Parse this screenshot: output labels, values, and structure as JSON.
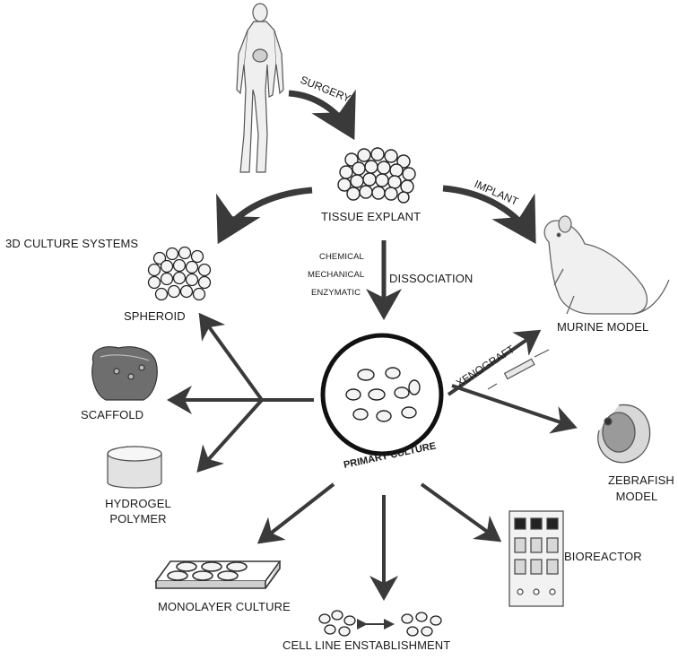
{
  "labels": {
    "surgery": "SURGERY",
    "tissue_explant": "TISSUE EXPLANT",
    "implant": "IMPLANT",
    "culture_systems_3d": "3D CULTURE SYSTEMS",
    "spheroid": "SPHEROID",
    "chemical": "CHEMICAL",
    "mechanical": "MECHANICAL",
    "enzymatic": "ENZYMATIC",
    "dissociation": "DISSOCIATION",
    "murine_model": "MURINE MODEL",
    "xenograft": "XENOGRAFT",
    "scaffold": "SCAFFOLD",
    "primary_culture": "PRIMARY CULTURE",
    "zebrafish_line1": "ZEBRAFISH",
    "zebrafish_line2": "MODEL",
    "hydrogel_line1": "HYDROGEL",
    "hydrogel_line2": "POLYMER",
    "bioreactor": "BIOREACTOR",
    "monolayer_culture": "MONOLAYER CULTURE",
    "cell_line_establishment": "CELL LINE ENSTABLISHMENT"
  },
  "colors": {
    "arrow": "#3a3a3a",
    "ink": "#1a1a1a",
    "cell_fill": "#f4f4f4",
    "shade": "#9a9a9a"
  }
}
